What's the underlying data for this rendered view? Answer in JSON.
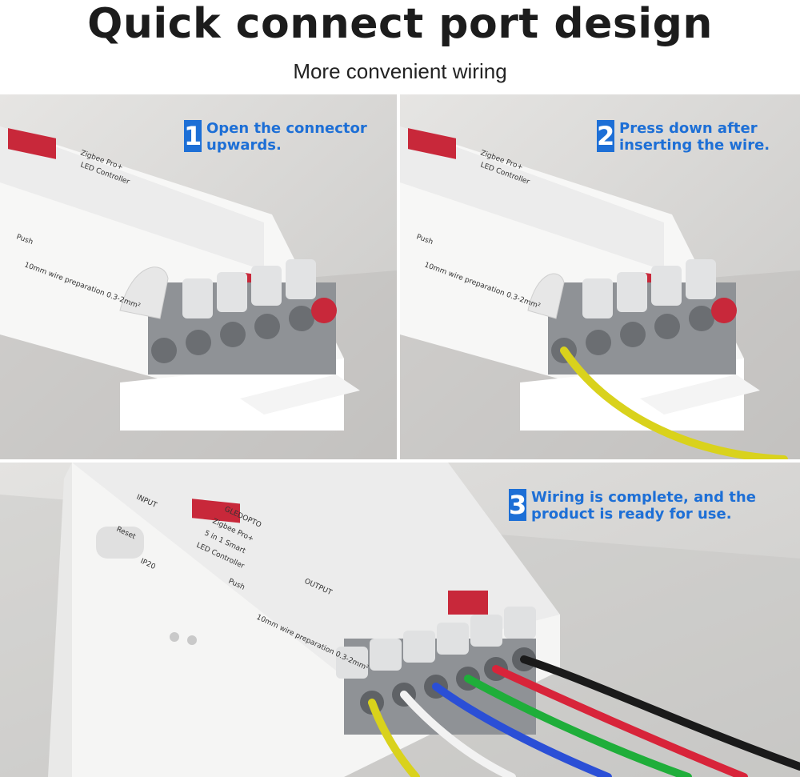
{
  "header": {
    "title": "Quick connect port design",
    "subtitle": "More convenient wiring"
  },
  "steps": [
    {
      "number": "1",
      "lines": [
        "Open the connector",
        "upwards."
      ]
    },
    {
      "number": "2",
      "lines": [
        "Press down after",
        "inserting the wire."
      ]
    },
    {
      "number": "3",
      "lines": [
        "Wiring is complete, and the",
        "product is ready for use."
      ]
    }
  ],
  "device": {
    "brand": "GLEDOPTO",
    "product_line": "Zigbee Pro+",
    "name_line1": "5 in 1 Smart",
    "name_line2": "LED Controller",
    "strip_note": "10mm wire preparation 0.3-2mm²",
    "push_label": "Push",
    "reset_label": "Reset",
    "input_label": "INPUT",
    "output_label": "OUTPUT",
    "ip_rating": "IP20"
  },
  "colors": {
    "accent": "#1d6fd6",
    "wire_yellow": "#d9d21c",
    "wire_white": "#f2f2f2",
    "wire_blue": "#2b4fd6",
    "wire_green": "#1fae3a",
    "wire_red": "#d8243a",
    "wire_black": "#1a1a1a",
    "connector_red": "#c8283a"
  }
}
